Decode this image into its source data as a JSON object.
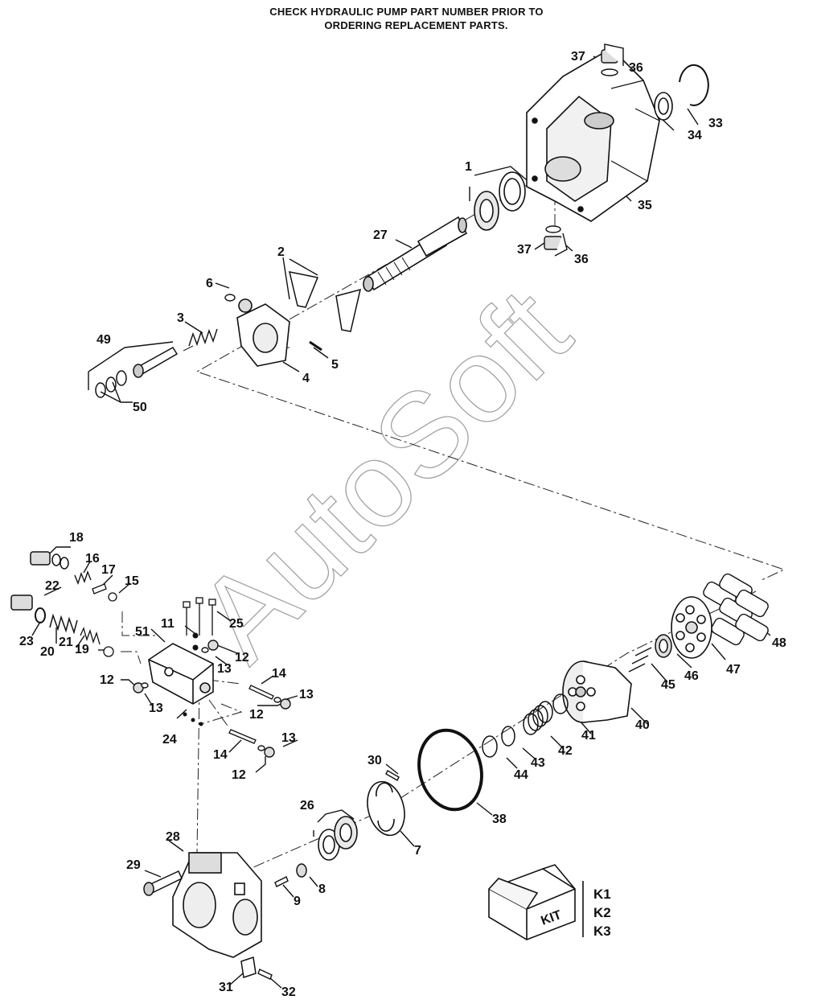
{
  "header": {
    "line1": "CHECK HYDRAULIC PUMP PART NUMBER PRIOR TO",
    "line2": "ORDERING REPLACEMENT PARTS."
  },
  "watermark": "AutoSoft",
  "kit": {
    "box_text": "KIT",
    "labels": [
      "K1",
      "K2",
      "K3"
    ]
  },
  "callouts": [
    {
      "id": "c1",
      "text": "1"
    },
    {
      "id": "c2",
      "text": "2"
    },
    {
      "id": "c3",
      "text": "3"
    },
    {
      "id": "c4",
      "text": "4"
    },
    {
      "id": "c5",
      "text": "5"
    },
    {
      "id": "c6",
      "text": "6"
    },
    {
      "id": "c7",
      "text": "7"
    },
    {
      "id": "c8",
      "text": "8"
    },
    {
      "id": "c9",
      "text": "9"
    },
    {
      "id": "c11",
      "text": "11"
    },
    {
      "id": "c12a",
      "text": "12"
    },
    {
      "id": "c12b",
      "text": "12"
    },
    {
      "id": "c12c",
      "text": "12"
    },
    {
      "id": "c12d",
      "text": "12"
    },
    {
      "id": "c13a",
      "text": "13"
    },
    {
      "id": "c13b",
      "text": "13"
    },
    {
      "id": "c13c",
      "text": "13"
    },
    {
      "id": "c13d",
      "text": "13"
    },
    {
      "id": "c14a",
      "text": "14"
    },
    {
      "id": "c14b",
      "text": "14"
    },
    {
      "id": "c15",
      "text": "15"
    },
    {
      "id": "c16",
      "text": "16"
    },
    {
      "id": "c17",
      "text": "17"
    },
    {
      "id": "c18",
      "text": "18"
    },
    {
      "id": "c19",
      "text": "19"
    },
    {
      "id": "c20",
      "text": "20"
    },
    {
      "id": "c21",
      "text": "21"
    },
    {
      "id": "c22",
      "text": "22"
    },
    {
      "id": "c23",
      "text": "23"
    },
    {
      "id": "c24",
      "text": "24"
    },
    {
      "id": "c25",
      "text": "25"
    },
    {
      "id": "c26",
      "text": "26"
    },
    {
      "id": "c27",
      "text": "27"
    },
    {
      "id": "c28",
      "text": "28"
    },
    {
      "id": "c29",
      "text": "29"
    },
    {
      "id": "c30",
      "text": "30"
    },
    {
      "id": "c31",
      "text": "31"
    },
    {
      "id": "c32",
      "text": "32"
    },
    {
      "id": "c33",
      "text": "33"
    },
    {
      "id": "c34",
      "text": "34"
    },
    {
      "id": "c35",
      "text": "35"
    },
    {
      "id": "c36a",
      "text": "36"
    },
    {
      "id": "c36b",
      "text": "36"
    },
    {
      "id": "c37a",
      "text": "37"
    },
    {
      "id": "c37b",
      "text": "37"
    },
    {
      "id": "c38",
      "text": "38"
    },
    {
      "id": "c40",
      "text": "40"
    },
    {
      "id": "c41",
      "text": "41"
    },
    {
      "id": "c42",
      "text": "42"
    },
    {
      "id": "c43",
      "text": "43"
    },
    {
      "id": "c44",
      "text": "44"
    },
    {
      "id": "c45",
      "text": "45"
    },
    {
      "id": "c46",
      "text": "46"
    },
    {
      "id": "c47",
      "text": "47"
    },
    {
      "id": "c48",
      "text": "48"
    },
    {
      "id": "c49",
      "text": "49"
    },
    {
      "id": "c50",
      "text": "50"
    },
    {
      "id": "c51",
      "text": "51"
    }
  ]
}
